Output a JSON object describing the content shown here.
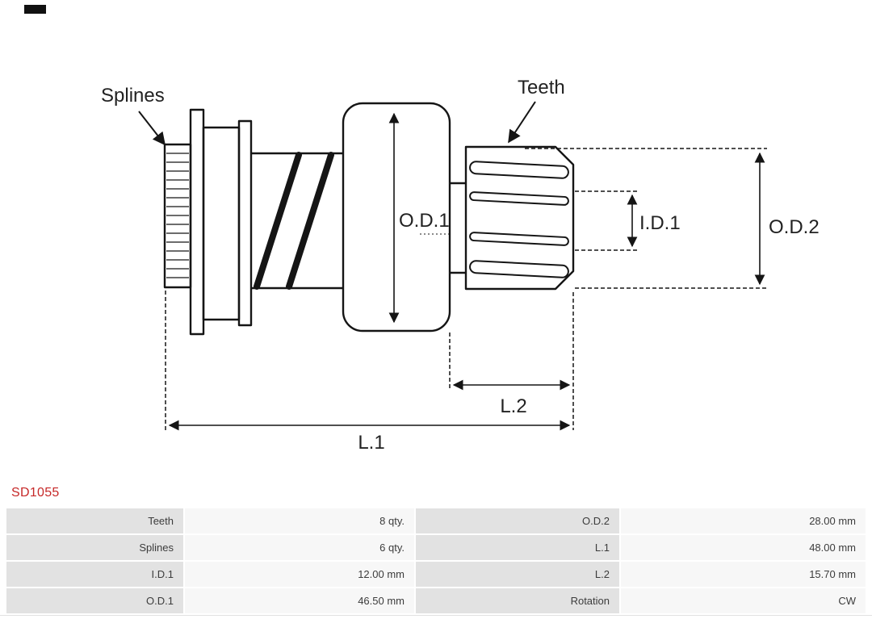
{
  "part": {
    "number": "SD1055"
  },
  "diagram": {
    "labels": {
      "splines": "Splines",
      "teeth": "Teeth",
      "od1": "O.D.1",
      "id1": "I.D.1",
      "od2": "O.D.2",
      "l1": "L.1",
      "l2": "L.2"
    }
  },
  "table": {
    "rows": [
      [
        "Teeth",
        "8 qty.",
        "O.D.2",
        "28.00 mm"
      ],
      [
        "Splines",
        "6 qty.",
        "L.1",
        "48.00 mm"
      ],
      [
        "I.D.1",
        "12.00 mm",
        "L.2",
        "15.70 mm"
      ],
      [
        "O.D.1",
        "46.50 mm",
        "Rotation",
        "CW"
      ]
    ]
  },
  "colors": {
    "part_number": "#c62828",
    "drawing_line": "#151515",
    "table_label_bg": "#e2e2e2",
    "table_value_bg": "#f7f7f7"
  }
}
